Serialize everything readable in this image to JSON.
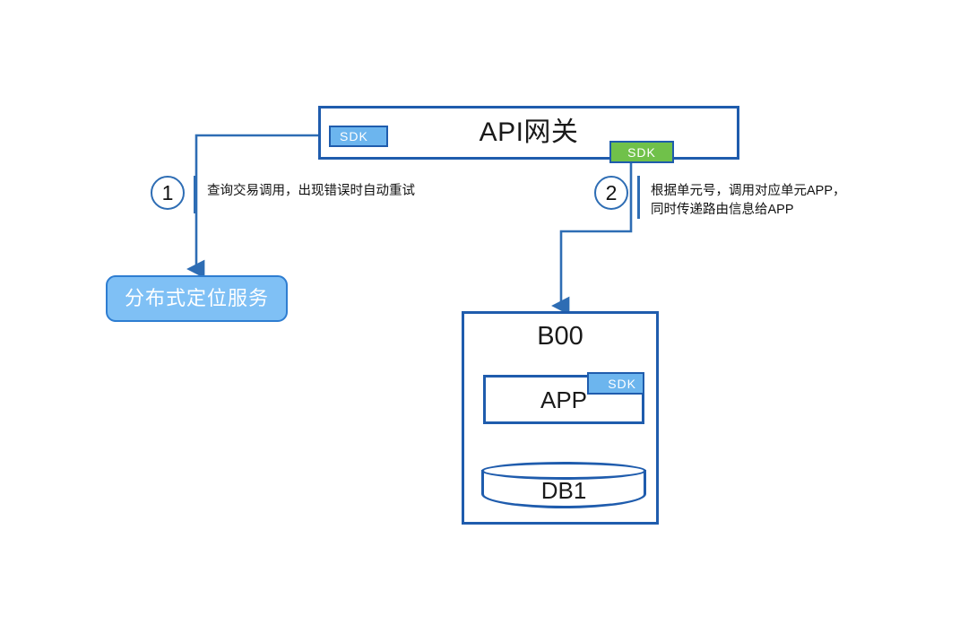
{
  "diagram": {
    "title_hidden": "",
    "colors": {
      "stroke_blue": "#1F5CAD",
      "arrow_blue": "#2E6DB4",
      "sdk_blue": "#6CB5EE",
      "sdk_green": "#70C14A",
      "locator_fill": "#7FC0F5",
      "background": "#FFFFFF"
    }
  },
  "gateway": {
    "label": "API网关",
    "sdk_left_label": "SDK",
    "sdk_right_label": "SDK"
  },
  "steps": [
    {
      "number": "1",
      "text": "查询交易调用，出现错误时自动重试"
    },
    {
      "number": "2",
      "text": "根据单元号，调用对应单元APP，\n同时传递路由信息给APP"
    }
  ],
  "locator": {
    "label": "分布式定位服务"
  },
  "unit": {
    "label": "B00",
    "app": {
      "label": "APP",
      "sdk_label": "SDK"
    },
    "database": {
      "label": "DB1"
    }
  }
}
